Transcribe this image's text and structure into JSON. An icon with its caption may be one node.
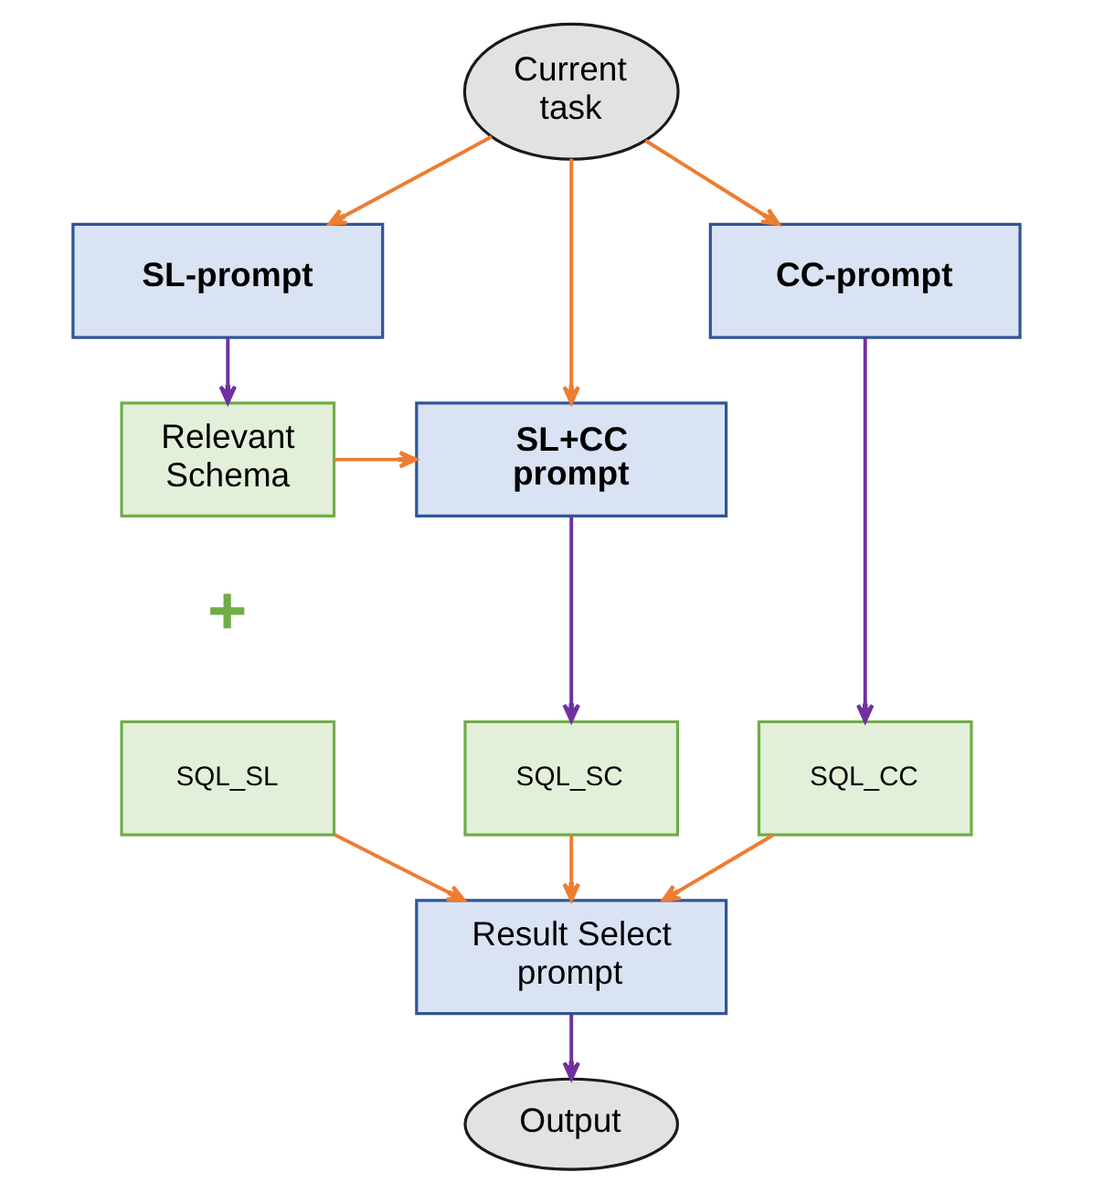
{
  "diagram": {
    "nodes": [
      {
        "text": [
          "Current task"
        ]
      },
      {
        "text": [
          "SL-prompt"
        ]
      },
      {
        "text": [
          "CC-prompt"
        ]
      },
      {
        "text": [
          "Relevant Schema"
        ]
      },
      {
        "text": [
          "SL+CC prompt"
        ]
      },
      {
        "text": [
          "SQL_SL"
        ]
      },
      {
        "text": [
          "SQL_SC"
        ]
      },
      {
        "text": [
          "SQL_CC"
        ]
      },
      {
        "text": [
          "Result Select prompt"
        ]
      },
      {
        "text": [
          "Output"
        ]
      }
    ],
    "edges": [
      {
        "from": 0,
        "to": 1,
        "arrow": "to"
      },
      {
        "from": 0,
        "to": 4,
        "arrow": "to"
      },
      {
        "from": 0,
        "to": 2,
        "arrow": "to"
      },
      {
        "from": 1,
        "to": 3,
        "arrow": "to",
        "color": "#7030a0"
      },
      {
        "from": 3,
        "to": 4,
        "arrow": "to"
      },
      {
        "from": 2,
        "to": 7,
        "arrow": "to",
        "color": "#7030a0"
      },
      {
        "from": 4,
        "to": 6,
        "arrow": "to",
        "color": "#7030a0"
      },
      {
        "from": 5,
        "to": 8,
        "arrow": "to"
      },
      {
        "from": 6,
        "to": 8,
        "arrow": "to"
      },
      {
        "from": 7,
        "to": 8,
        "arrow": "to"
      },
      {
        "from": 8,
        "to": 9,
        "arrow": "to",
        "color": "#7030a0"
      }
    ],
    "labels": [
      "+"
    ]
  }
}
